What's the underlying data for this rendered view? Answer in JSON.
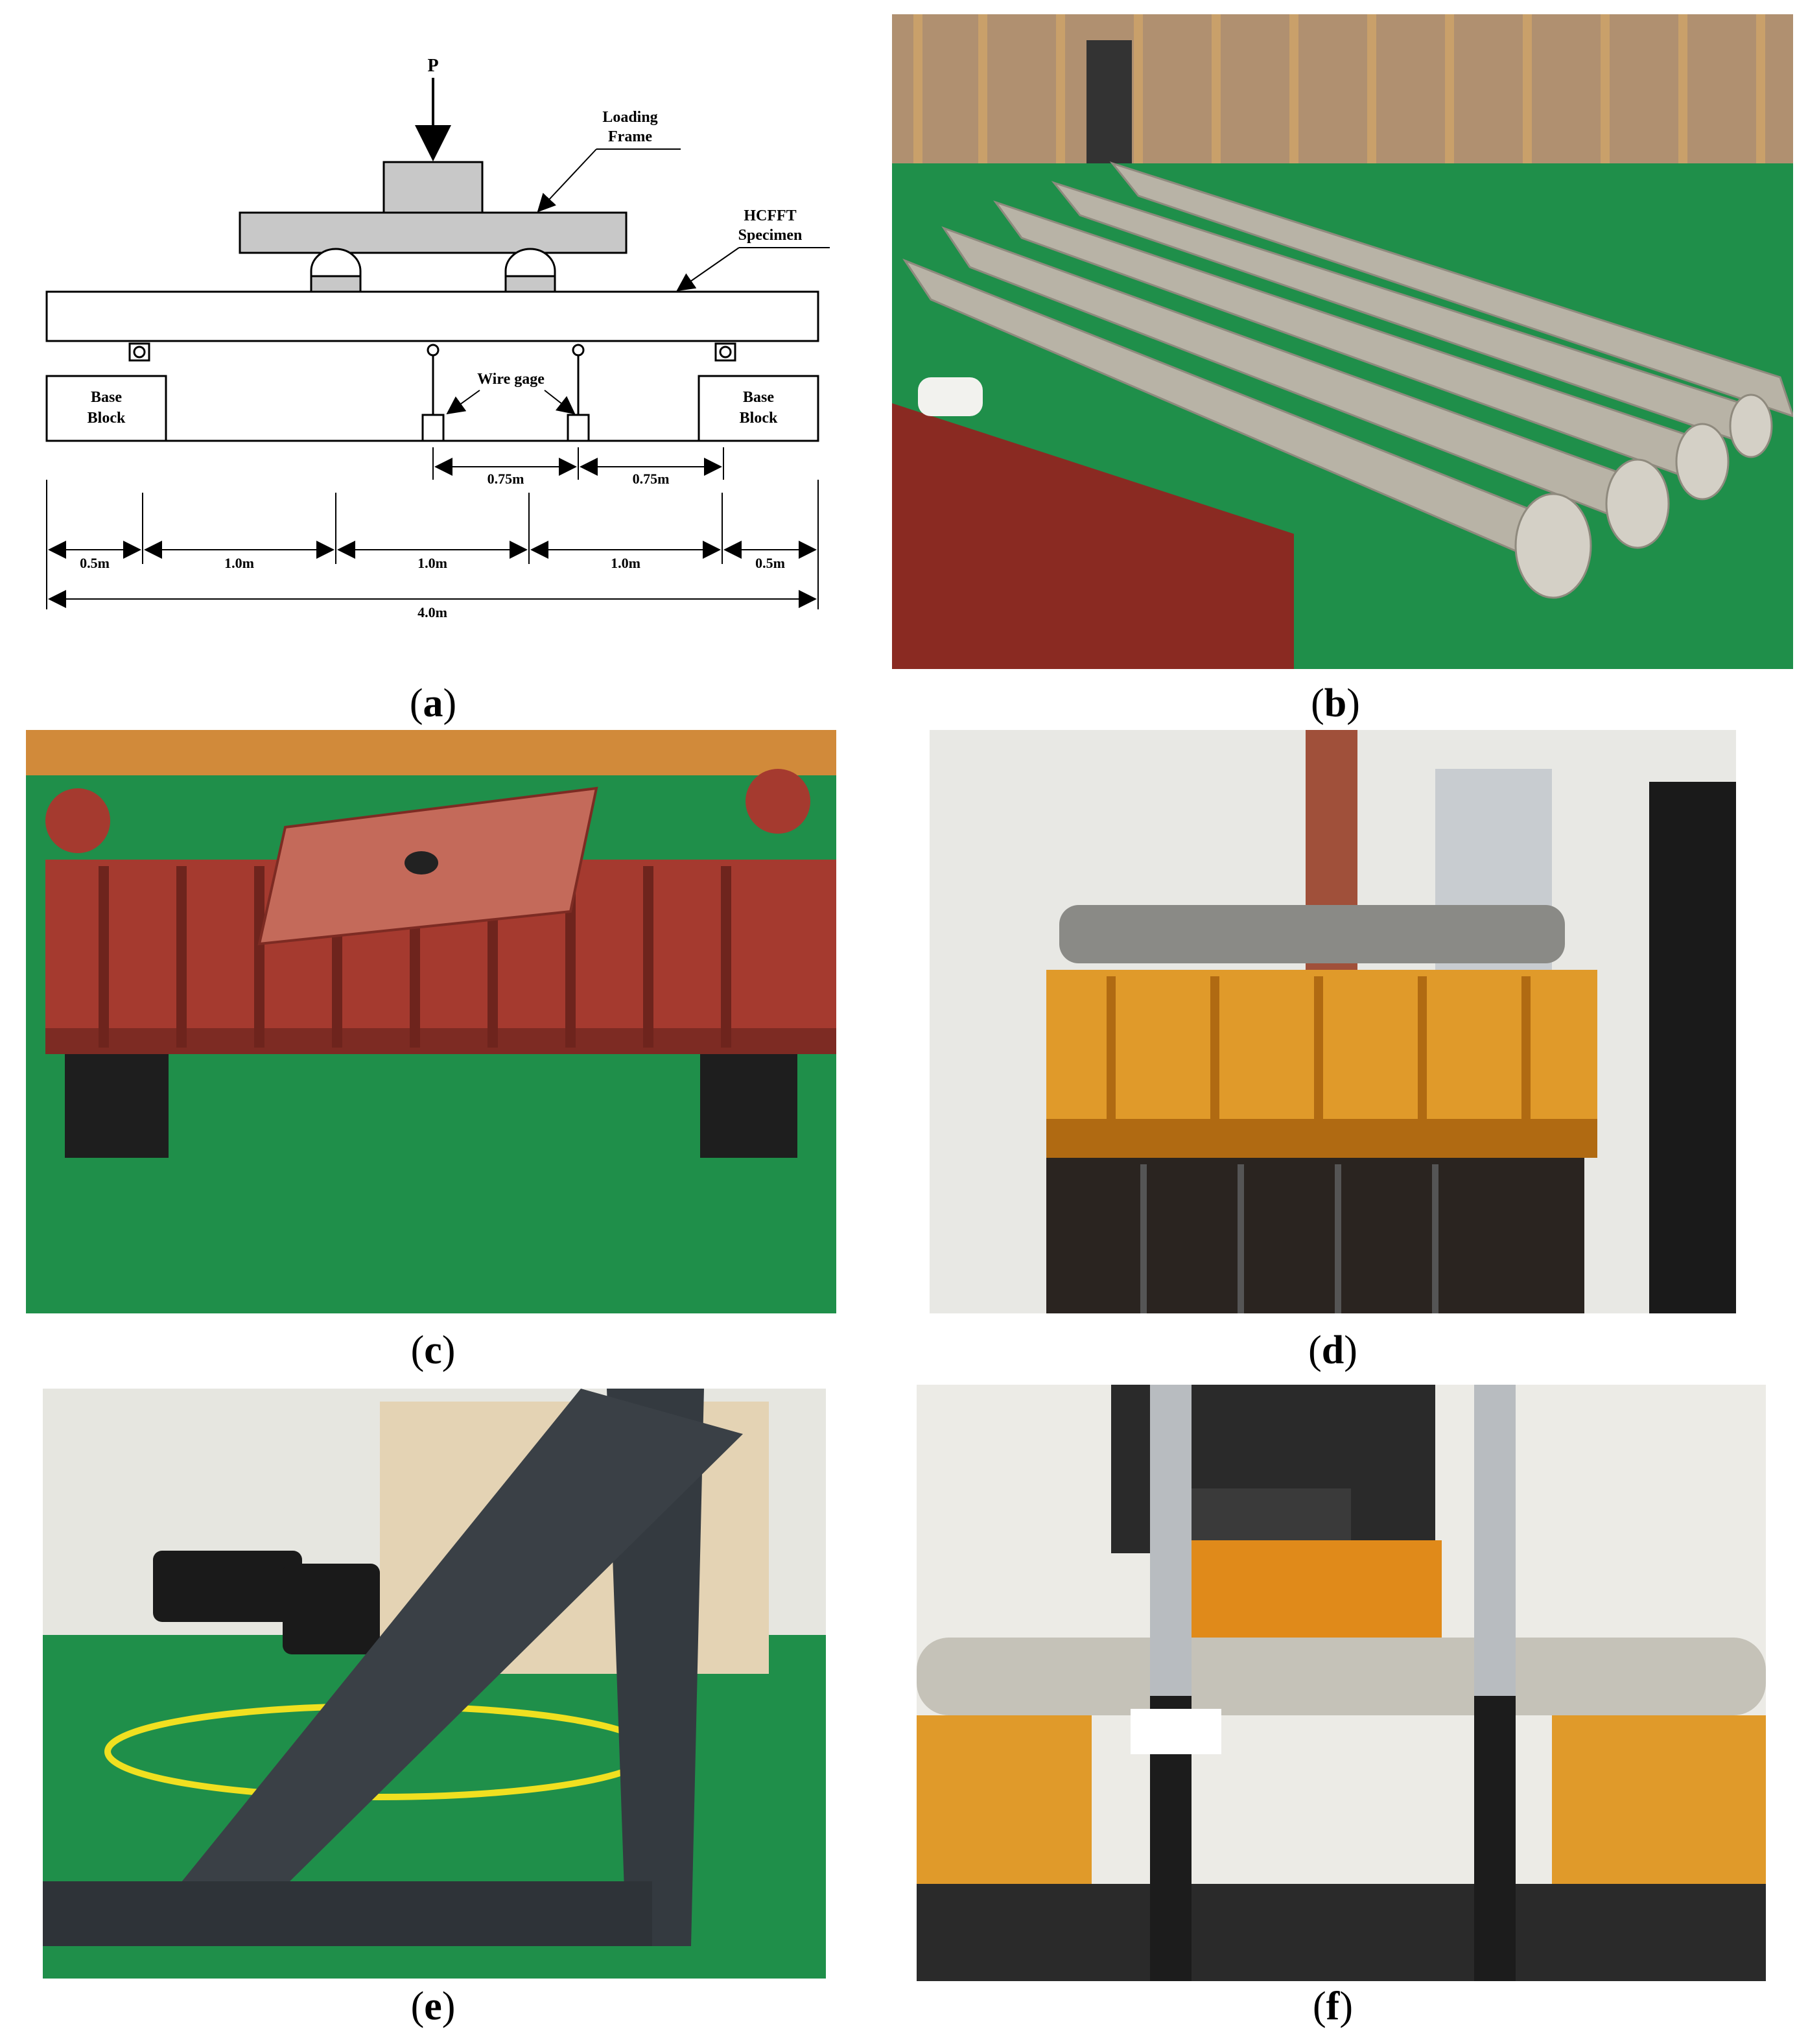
{
  "diagram": {
    "load_label": "P",
    "loading_frame_label_1": "Loading",
    "loading_frame_label_2": "Frame",
    "specimen_label_1": "HCFFT",
    "specimen_label_2": "Specimen",
    "base_block_left_1": "Base",
    "base_block_left_2": "Block",
    "base_block_right_1": "Base",
    "base_block_right_2": "Block",
    "wire_gage_label": "Wire gage",
    "dim_gage_left": "0.75m",
    "dim_gage_right": "0.75m",
    "dim_1": "0.5m",
    "dim_2": "1.0m",
    "dim_3": "1.0m",
    "dim_4": "1.0m",
    "dim_5": "0.5m",
    "dim_total": "4.0m"
  },
  "captions": {
    "a": "a",
    "b": "b",
    "c": "c",
    "d": "d",
    "e": "e",
    "f": "f"
  },
  "colors": {
    "steel_gray": "#c8c8c8",
    "floor_green": "#1f8f4a",
    "frame_red": "#a53a2f",
    "frame_orange": "#e09a2a",
    "tube_gray": "#b8b3a6"
  }
}
